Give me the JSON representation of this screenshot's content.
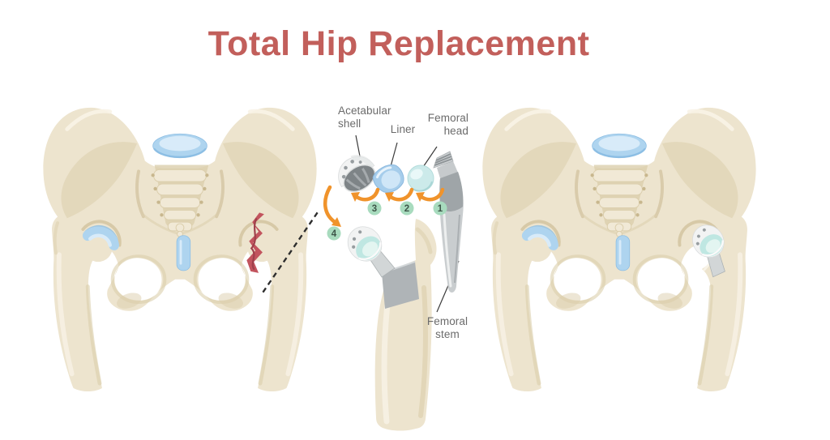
{
  "title": {
    "text": "Total Hip Replacement"
  },
  "center": {
    "labels": {
      "acetabular_shell": "Acetabular\nshell",
      "liner": "Liner",
      "femoral_head": "Femoral\nhead",
      "femoral_stem": "Femoral\nstem"
    },
    "steps": [
      "1",
      "2",
      "3",
      "4"
    ]
  },
  "colors": {
    "title": "#C25F5B",
    "label": "#6B6B6B",
    "leader": "#3A3A3A",
    "bone": "#EDE4CE",
    "bone-row": "#F1E9D6",
    "bone-shade": "#DBCEAC",
    "bone-deep": "#C8B78E",
    "bone-light": "#F8F3E7",
    "cartilage": "#AED4EF",
    "cartilage-light": "#D8EBF9",
    "cartilage-deep": "#8CBEE4",
    "damage": "#C2545E",
    "damage-deep": "#9E3F4A",
    "arrow": "#F0932B",
    "step-bg": "#A8DBBE",
    "step-text": "#3E5649",
    "implant-white": "#F2F3F3",
    "implant-silver": "#D2D6D7",
    "implant-gray": "#AFB4B7",
    "implant-dark": "#7E8487",
    "dashed-line": "#2D2D2D"
  }
}
